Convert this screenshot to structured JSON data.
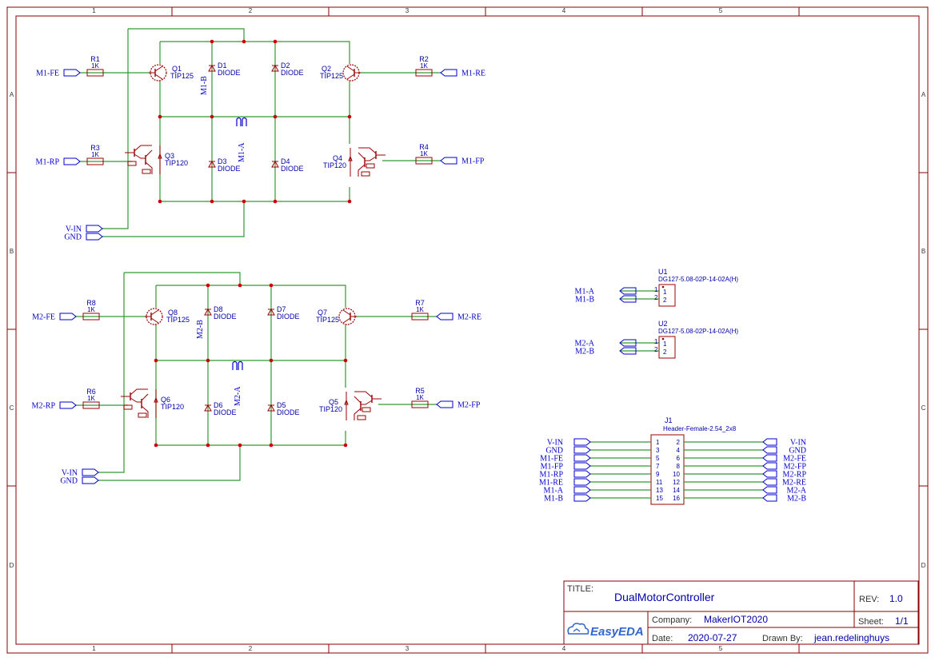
{
  "frame": {
    "columns": [
      "1",
      "2",
      "3",
      "4",
      "5"
    ],
    "rows": [
      "A",
      "B",
      "C",
      "D"
    ]
  },
  "colors": {
    "wire": "#339933",
    "part": "#990000",
    "text": "#0000aa",
    "net": "#0000cc",
    "junction": "#cc0000",
    "border": "#880000"
  },
  "motor1": {
    "ports": {
      "fe": "M1-FE",
      "rp": "M1-RP",
      "re": "M1-RE",
      "fp": "M1-FP",
      "vin": "V-IN",
      "gnd": "GND"
    },
    "resistors": [
      {
        "ref": "R1",
        "val": "1K"
      },
      {
        "ref": "R3",
        "val": "1K"
      },
      {
        "ref": "R2",
        "val": "1K"
      },
      {
        "ref": "R4",
        "val": "1K"
      }
    ],
    "transistors": [
      {
        "ref": "Q1",
        "val": "TIP125"
      },
      {
        "ref": "Q3",
        "val": "TIP120"
      },
      {
        "ref": "Q2",
        "val": "TIP125"
      },
      {
        "ref": "Q4",
        "val": "TIP120"
      }
    ],
    "diodes": [
      {
        "ref": "D1",
        "val": "DIODE"
      },
      {
        "ref": "D2",
        "val": "DIODE"
      },
      {
        "ref": "D3",
        "val": "DIODE"
      },
      {
        "ref": "D4",
        "val": "DIODE"
      }
    ],
    "labels": {
      "b": "M1-B",
      "a": "M1-A"
    }
  },
  "motor2": {
    "ports": {
      "fe": "M2-FE",
      "rp": "M2-RP",
      "re": "M2-RE",
      "fp": "M2-FP",
      "vin": "V-IN",
      "gnd": "GND"
    },
    "resistors": [
      {
        "ref": "R8",
        "val": "1K"
      },
      {
        "ref": "R6",
        "val": "1K"
      },
      {
        "ref": "R7",
        "val": "1K"
      },
      {
        "ref": "R5",
        "val": "1K"
      }
    ],
    "transistors": [
      {
        "ref": "Q8",
        "val": "TIP125"
      },
      {
        "ref": "Q6",
        "val": "TIP120"
      },
      {
        "ref": "Q7",
        "val": "TIP125"
      },
      {
        "ref": "Q5",
        "val": "TIP120"
      }
    ],
    "diodes": [
      {
        "ref": "D8",
        "val": "DIODE"
      },
      {
        "ref": "D7",
        "val": "DIODE"
      },
      {
        "ref": "D6",
        "val": "DIODE"
      },
      {
        "ref": "D5",
        "val": "DIODE"
      }
    ],
    "labels": {
      "b": "M2-B",
      "a": "M2-A"
    }
  },
  "u1": {
    "ref": "U1",
    "part": "DG127-5.08-02P-14-02A(H)",
    "nets": [
      "M1-A",
      "M1-B"
    ],
    "pins": [
      "1",
      "2"
    ]
  },
  "u2": {
    "ref": "U2",
    "part": "DG127-5.08-02P-14-02A(H)",
    "nets": [
      "M2-A",
      "M2-B"
    ],
    "pins": [
      "1",
      "2"
    ]
  },
  "j1": {
    "ref": "J1",
    "part": "Header-Female-2.54_2x8",
    "left_nets": [
      "V-IN",
      "GND",
      "M1-FE",
      "M1-FP",
      "M1-RP",
      "M1-RE",
      "M1-A",
      "M1-B"
    ],
    "left_pins": [
      "1",
      "3",
      "5",
      "7",
      "9",
      "11",
      "13",
      "15"
    ],
    "right_pins": [
      "2",
      "4",
      "6",
      "8",
      "10",
      "12",
      "14",
      "16"
    ],
    "right_nets": [
      "V-IN",
      "GND",
      "M2-FE",
      "M2-FP",
      "M2-RP",
      "M2-RE",
      "M2-A",
      "M2-B"
    ]
  },
  "title_block": {
    "title_label": "TITLE:",
    "title": "DualMotorController",
    "rev_label": "REV:",
    "rev": "1.0",
    "company_label": "Company:",
    "company": "MakerIOT2020",
    "sheet_label": "Sheet:",
    "sheet": "1/1",
    "date_label": "Date:",
    "date": "2020-07-27",
    "drawn_label": "Drawn By:",
    "drawn_by": "jean.redelinghuys",
    "logo": "EasyEDA"
  }
}
